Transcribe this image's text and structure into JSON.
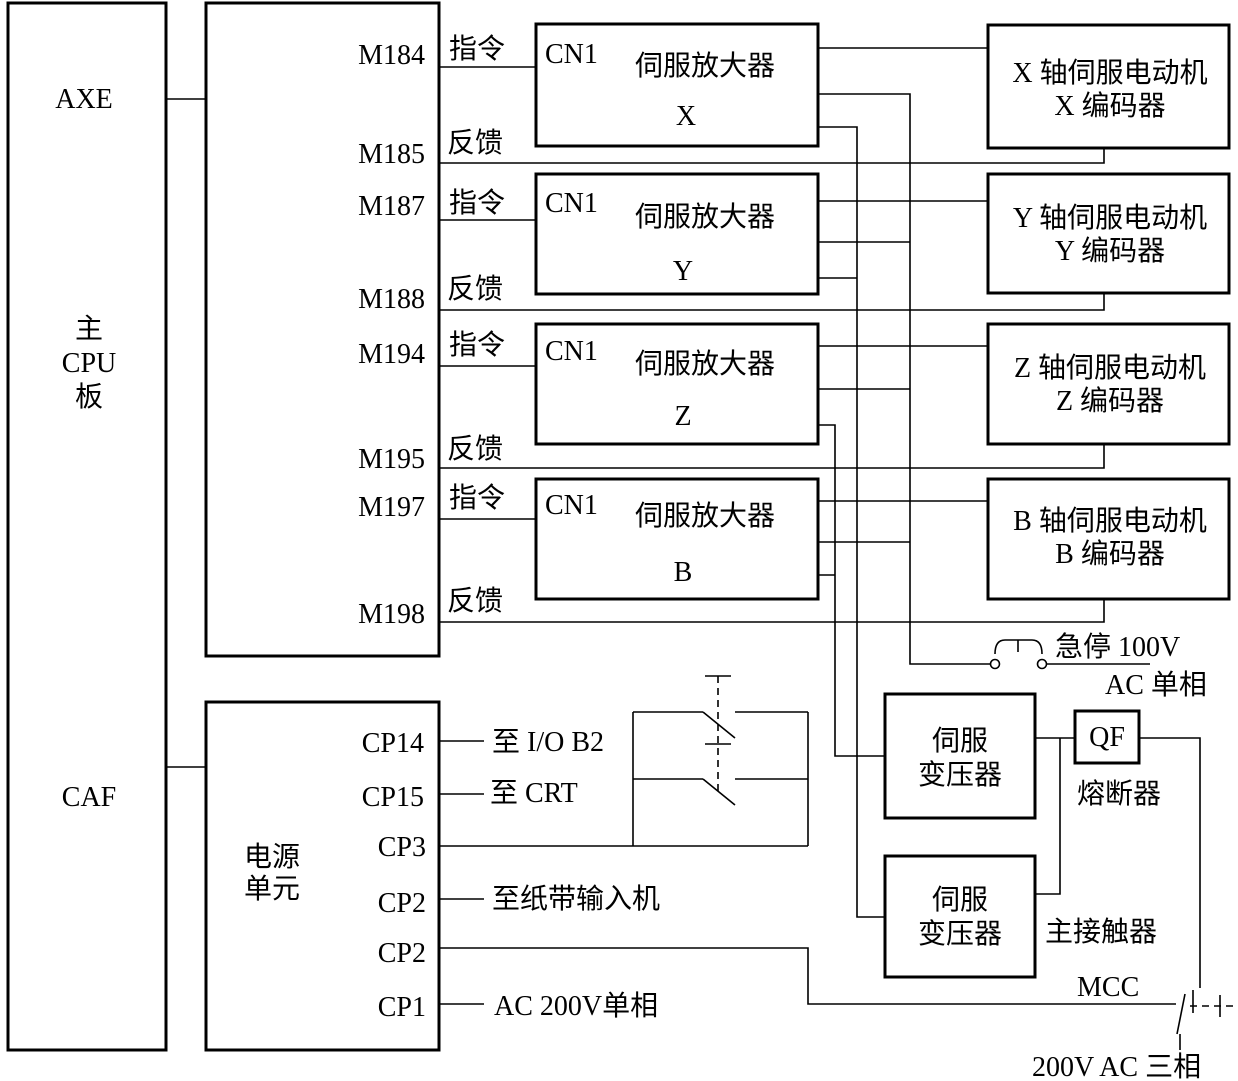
{
  "cpu_board": {
    "axe": "AXE",
    "title_lines": [
      "主",
      "CPU",
      "板"
    ],
    "caf": "CAF"
  },
  "axis_ports": [
    {
      "cmd_port": "M184",
      "cmd_label": "指令",
      "fb_port": "M185",
      "fb_label": "反馈"
    },
    {
      "cmd_port": "M187",
      "cmd_label": "指令",
      "fb_port": "M188",
      "fb_label": "反馈"
    },
    {
      "cmd_port": "M194",
      "cmd_label": "指令",
      "fb_port": "M195",
      "fb_label": "反馈"
    },
    {
      "cmd_port": "M197",
      "cmd_label": "指令",
      "fb_port": "M198",
      "fb_label": "反馈"
    }
  ],
  "amplifiers": [
    {
      "connector": "CN1",
      "title": "伺服放大器",
      "axis": "X"
    },
    {
      "connector": "CN1",
      "title": "伺服放大器",
      "axis": "Y"
    },
    {
      "connector": "CN1",
      "title": "伺服放大器",
      "axis": "Z"
    },
    {
      "connector": "CN1",
      "title": "伺服放大器",
      "axis": "B"
    }
  ],
  "motors": [
    {
      "line1": "X 轴伺服电动机",
      "line2": "X 编码器"
    },
    {
      "line1": "Y 轴伺服电动机",
      "line2": "Y 编码器"
    },
    {
      "line1": "Z 轴伺服电动机",
      "line2": "Z 编码器"
    },
    {
      "line1": "B 轴伺服电动机",
      "line2": "B 编码器"
    }
  ],
  "power_unit": {
    "title_lines": [
      "电源",
      "单元"
    ],
    "ports": [
      {
        "port": "CP14",
        "dest": "至 I/O B2"
      },
      {
        "port": "CP15",
        "dest": "至 CRT"
      },
      {
        "port": "CP3",
        "dest": ""
      },
      {
        "port": "CP2",
        "dest": "至纸带输入机"
      },
      {
        "port": "CP2",
        "dest": ""
      },
      {
        "port": "CP1",
        "dest": "AC 200V单相"
      }
    ]
  },
  "transformers": [
    {
      "lines": [
        "伺服",
        "变压器"
      ]
    },
    {
      "lines": [
        "伺服",
        "变压器"
      ]
    }
  ],
  "estop": {
    "line1": "急停 100V",
    "line2": "AC 单相"
  },
  "fuse": {
    "label": "QF",
    "caption": "熔断器"
  },
  "contactor": {
    "label": "主接触器",
    "code": "MCC"
  },
  "supply": "200V AC 三相"
}
